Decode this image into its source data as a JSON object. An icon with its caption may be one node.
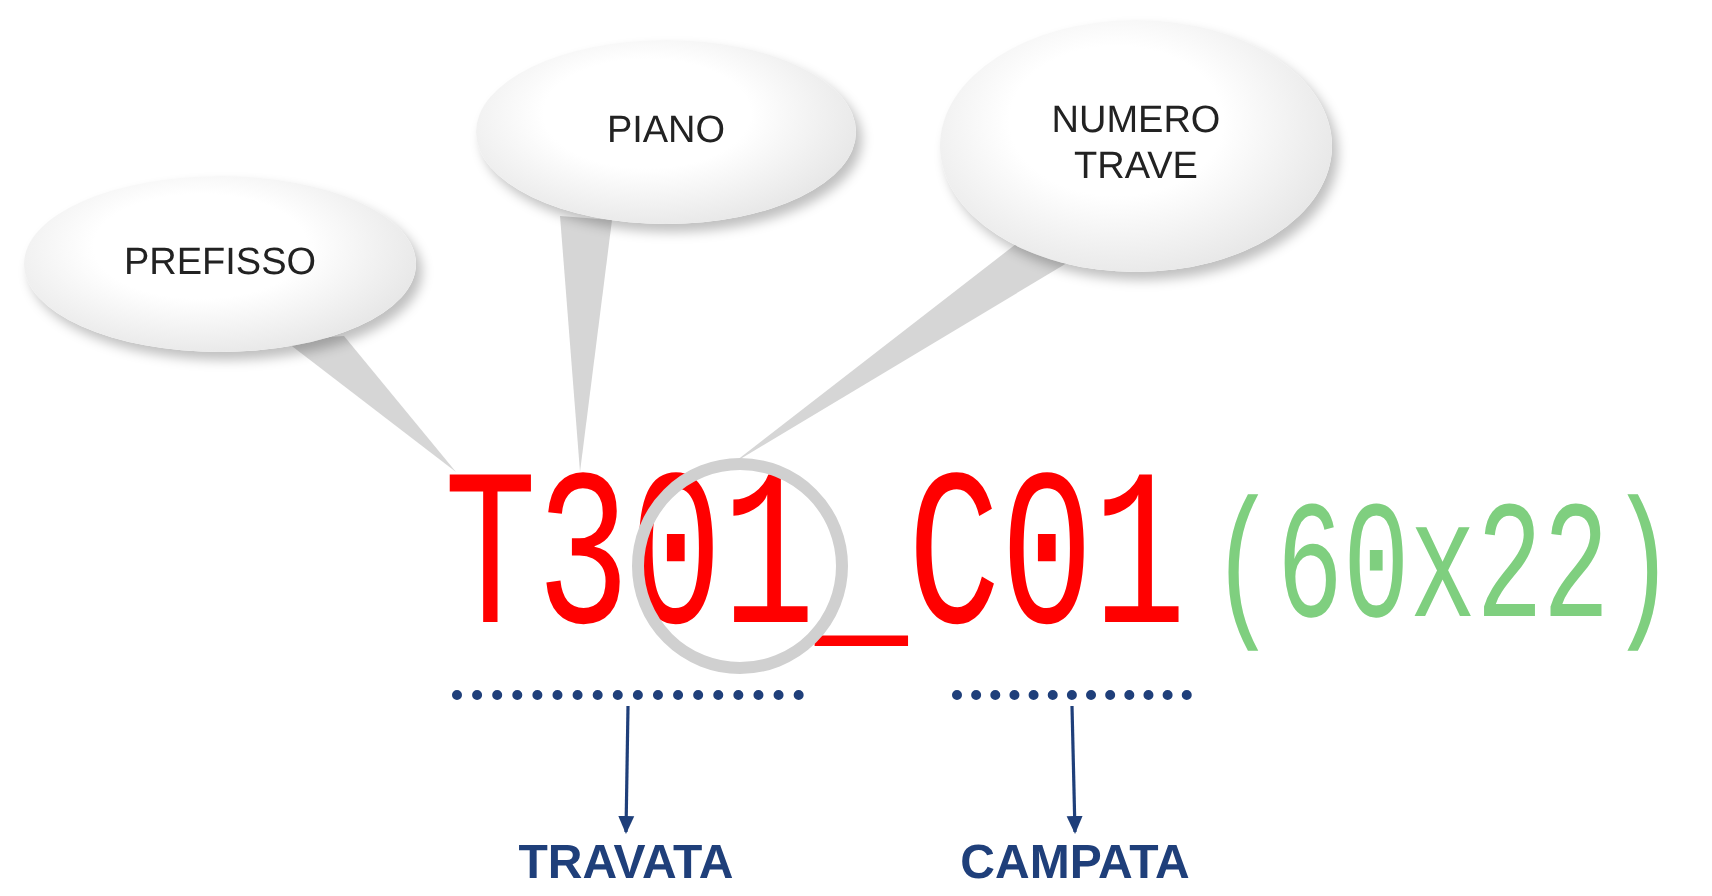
{
  "diagram": {
    "nodes": [
      {
        "text": [
          "PREFISSO"
        ]
      },
      {
        "text": [
          "PIANO"
        ]
      },
      {
        "text": [
          "NUMERO TRAVE"
        ]
      },
      {
        "text": [
          "T301_C01"
        ]
      },
      {
        "text": [],
        "shape": "bar"
      },
      {
        "text": [],
        "shape": "bar"
      },
      {
        "text": [
          "TRAVATA"
        ]
      },
      {
        "text": [
          "CAMPATA"
        ]
      }
    ],
    "edges": [
      {
        "from": 0,
        "to": 3,
        "arrow": "none"
      },
      {
        "from": 1,
        "to": 3,
        "arrow": "none"
      },
      {
        "from": 2,
        "to": 3,
        "arrow": "none"
      },
      {
        "from": 4,
        "to": 6,
        "arrow": "to"
      },
      {
        "from": 5,
        "to": 7,
        "arrow": "to"
      }
    ],
    "labels": [
      "(60x22)"
    ]
  }
}
